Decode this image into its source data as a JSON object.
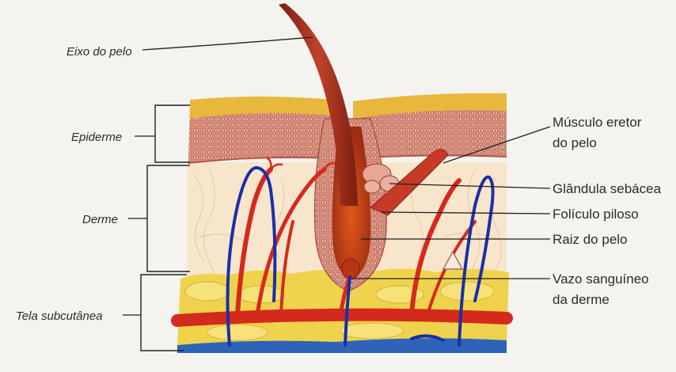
{
  "left_labels": {
    "hair_shaft": "Eixo do pelo",
    "epidermis": "Epiderme",
    "dermis": "Derme",
    "subcutaneous": "Tela subcutânea"
  },
  "right_labels": {
    "arrector_muscle": [
      "Músculo eretor",
      "do pelo"
    ],
    "sebaceous_gland": "Glândula sebácea",
    "hair_follicle": "Folículo piloso",
    "hair_root": "Raiz do pelo",
    "blood_vessel": [
      "Vazo sanguíneo",
      "da derme"
    ]
  },
  "colors": {
    "epidermis_top": "#e8b83c",
    "epidermis_body": "#c97a6a",
    "dermis": "#f6e2c4",
    "fat": "#eed24a",
    "artery": "#d42a1e",
    "vein": "#1a2fa8",
    "hair": "#a8321c"
  }
}
